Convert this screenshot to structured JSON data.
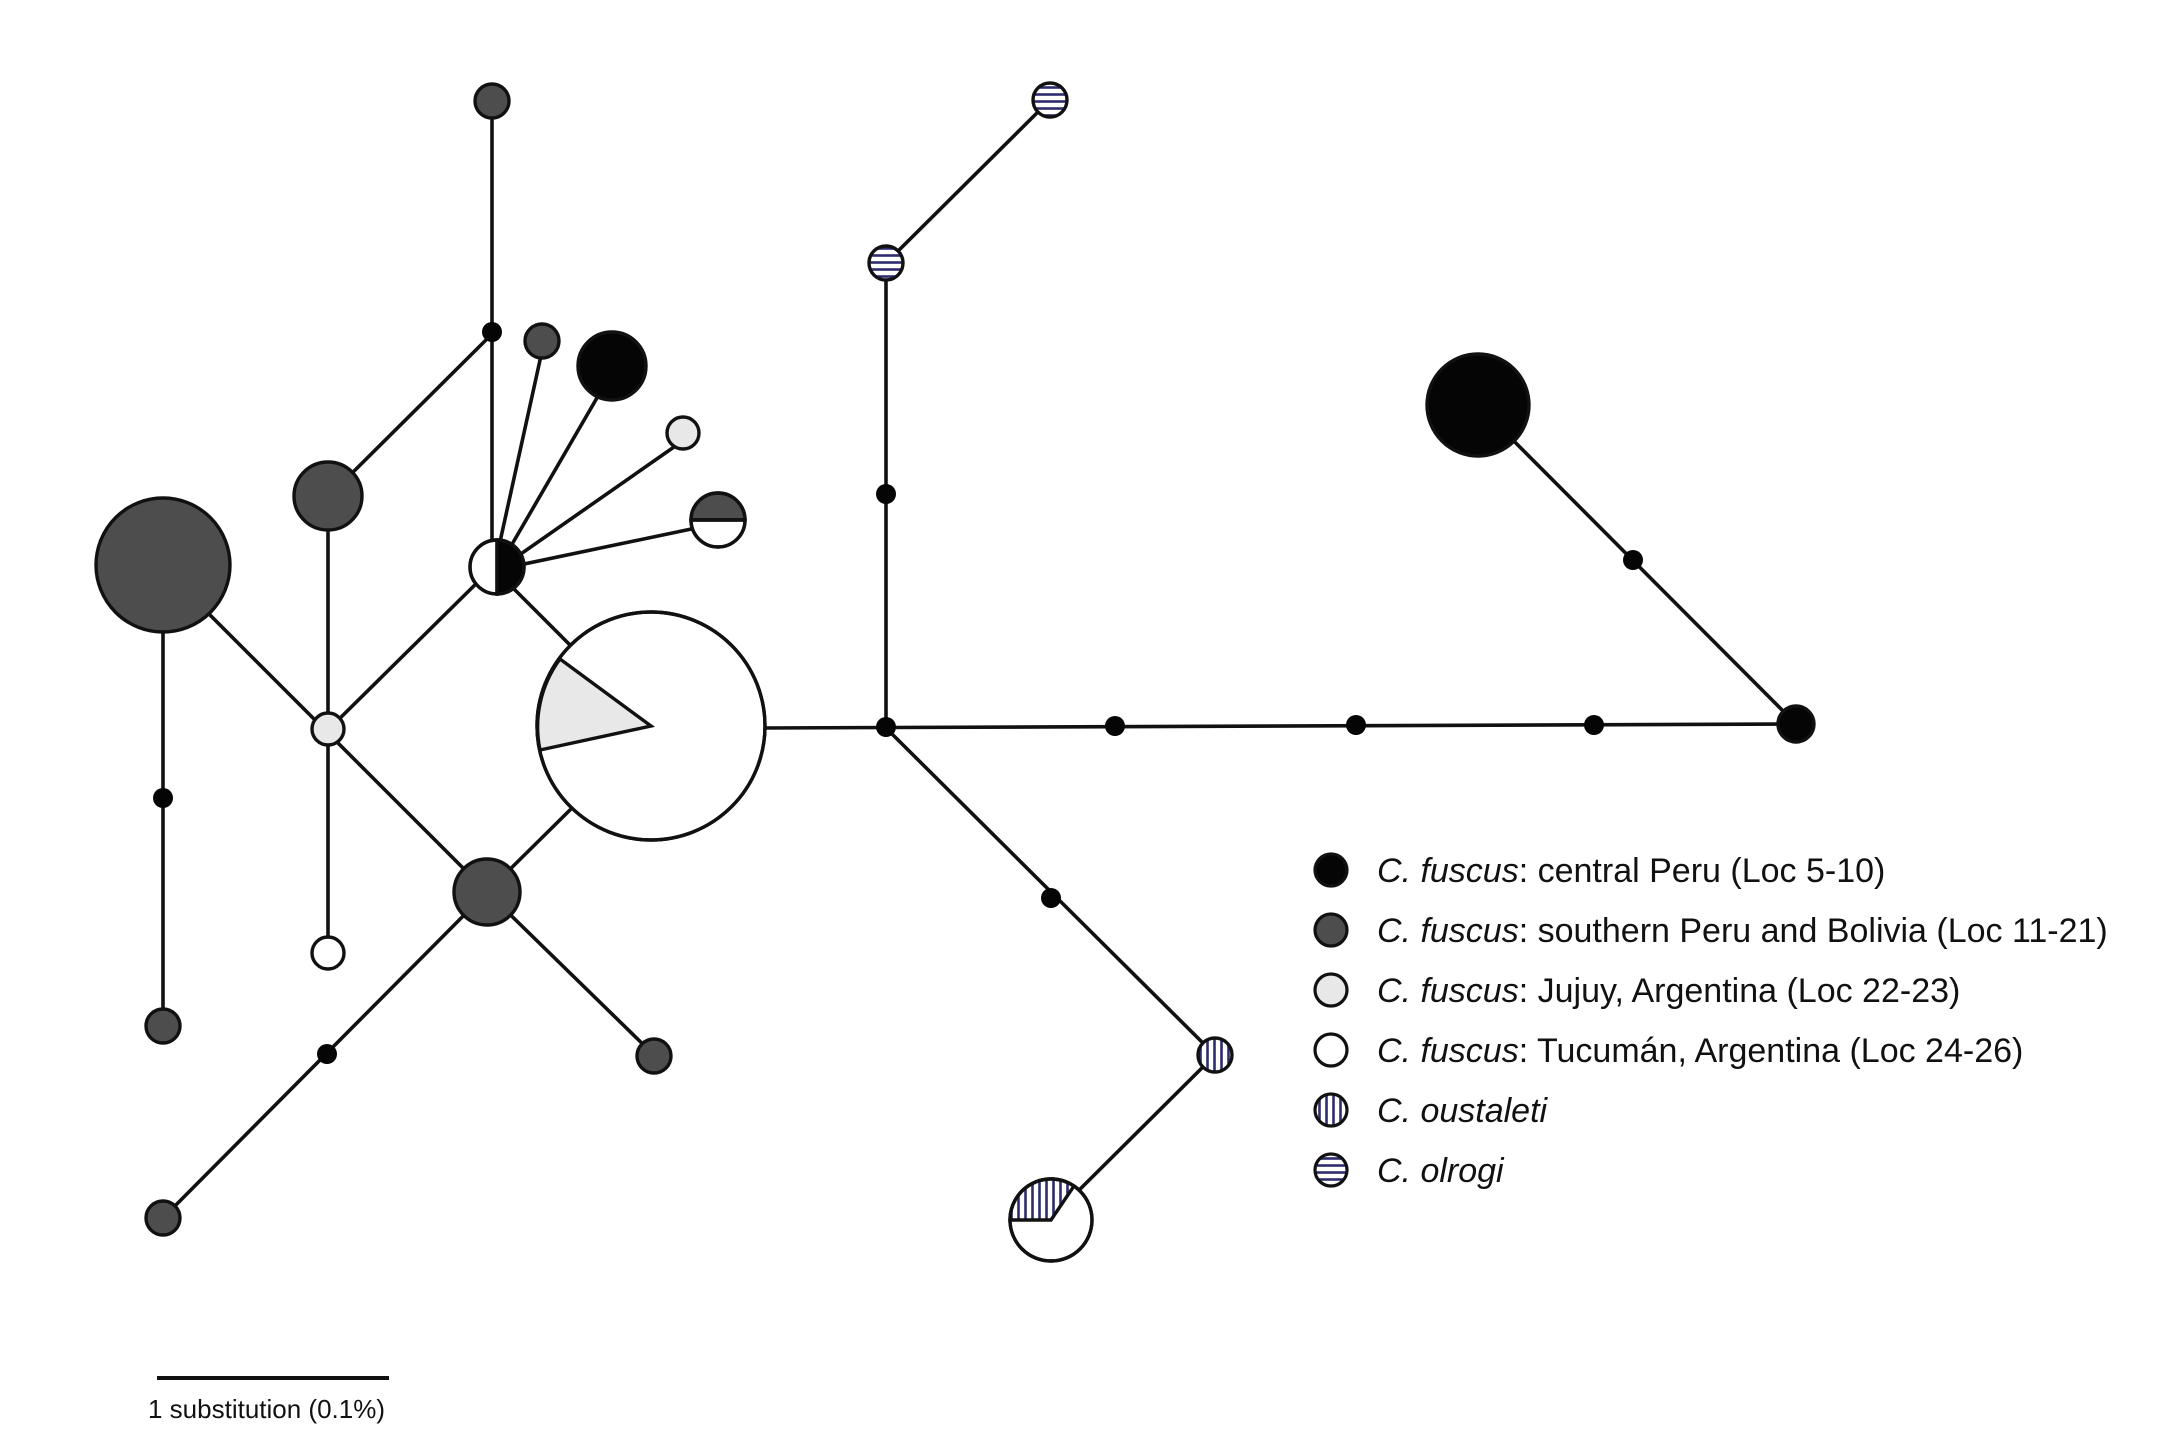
{
  "colors": {
    "central_peru": "#050505",
    "southern_peru_bolivia": "#4d4d4d",
    "jujuy": "#e8e8e8",
    "tucuman": "#ffffff",
    "oustaleti": "#2d2d6e",
    "olrogi": "#2d2d6e",
    "edge": "#111111"
  },
  "legend": {
    "items": [
      {
        "id": "central_peru",
        "species": "C. fuscus",
        "rest": ": central Peru (Loc 5-10)",
        "fill": "solid-black"
      },
      {
        "id": "southern_peru_bolivia",
        "species": "C. fuscus",
        "rest": ": southern Peru and Bolivia (Loc 11-21)",
        "fill": "solid-dark-gray"
      },
      {
        "id": "jujuy",
        "species": "C. fuscus",
        "rest": ": Jujuy, Argentina (Loc 22-23)",
        "fill": "solid-light-gray"
      },
      {
        "id": "tucuman",
        "species": "C. fuscus",
        "rest": ": Tucumán, Argentina (Loc 24-26)",
        "fill": "solid-white"
      },
      {
        "id": "oustaleti",
        "species": "C. oustaleti",
        "rest": "",
        "fill": "vertical-stripes"
      },
      {
        "id": "olrogi",
        "species": "C. olrogi",
        "rest": "",
        "fill": "horizontal-stripes"
      }
    ]
  },
  "scale_bar": {
    "label": "1 substitution (0.1%)"
  }
}
